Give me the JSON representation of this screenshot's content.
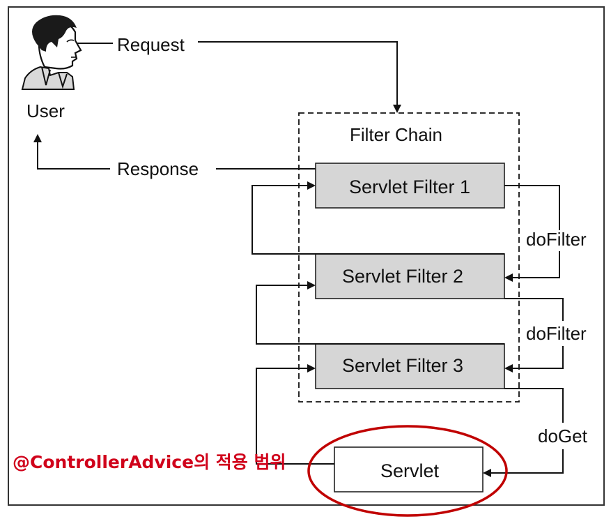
{
  "nodes": {
    "user": "User",
    "filter_chain": "Filter Chain",
    "filter1": "Servlet Filter 1",
    "filter2": "Servlet Filter 2",
    "filter3": "Servlet Filter 3",
    "servlet": "Servlet"
  },
  "edges": {
    "request": "Request",
    "response": "Response",
    "dofilter_1": "doFilter",
    "dofilter_2": "doFilter",
    "doget": "doGet"
  },
  "annotation": {
    "text": "@ControllerAdvice의 적용 범위",
    "color": "#d0021b"
  },
  "colors": {
    "filter_box_fill": "#d6d6d6",
    "line": "#111111",
    "highlight_ellipse": "#c00000"
  }
}
